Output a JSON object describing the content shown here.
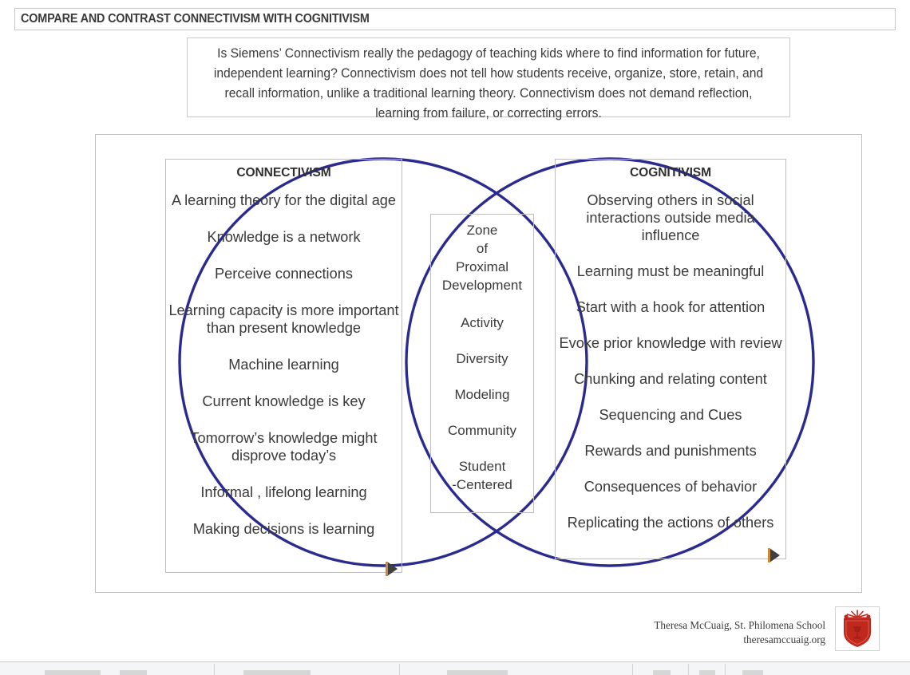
{
  "header": {
    "title": "COMPARE AND CONTRAST CONNECTIVISM WITH COGNITIVISM"
  },
  "intro": {
    "text": "Is Siemens’ Connectivism really the pedagogy of teaching kids where to find information for future, independent learning? Connectivism does not tell how students receive, organize, store, retain, and recall information, unlike a traditional learning theory. Connectivism does not demand reflection, learning from failure, or correcting errors."
  },
  "venn": {
    "circle_color": "#2b2b8f",
    "frame_color": "#c0c0c0",
    "left": {
      "heading": "CONNECTIVISM",
      "items": [
        "A learning theory for the digital age",
        "Knowledge is a network",
        "Perceive connections",
        "Learning capacity is more important than present knowledge",
        "Machine learning",
        "Current knowledge is key",
        "Tomorrow’s knowledge might disprove  today’s",
        "Informal , lifelong learning",
        "Making decisions is learning"
      ]
    },
    "center": {
      "title_lines": [
        "Zone",
        "of",
        "Proximal",
        "Development"
      ],
      "items": [
        "Activity",
        "Diversity",
        "Modeling",
        "Community",
        "Student\n-Centered"
      ]
    },
    "right": {
      "heading": "COGNITIVISM",
      "items": [
        "Observing others in social interactions outside media influence",
        "Learning must be meaningful",
        "Start with a hook for attention",
        "Evoke prior knowledge with review",
        "Chunking and relating content",
        "Sequencing and Cues",
        "Rewards and punishments",
        "Consequences of behavior",
        "Replicating the actions of others"
      ]
    }
  },
  "footer": {
    "credit_line1": "Theresa McCuaig, St. Philomena School",
    "credit_line2": "theresamccuaig.org",
    "crest_color": "#c0281e"
  }
}
